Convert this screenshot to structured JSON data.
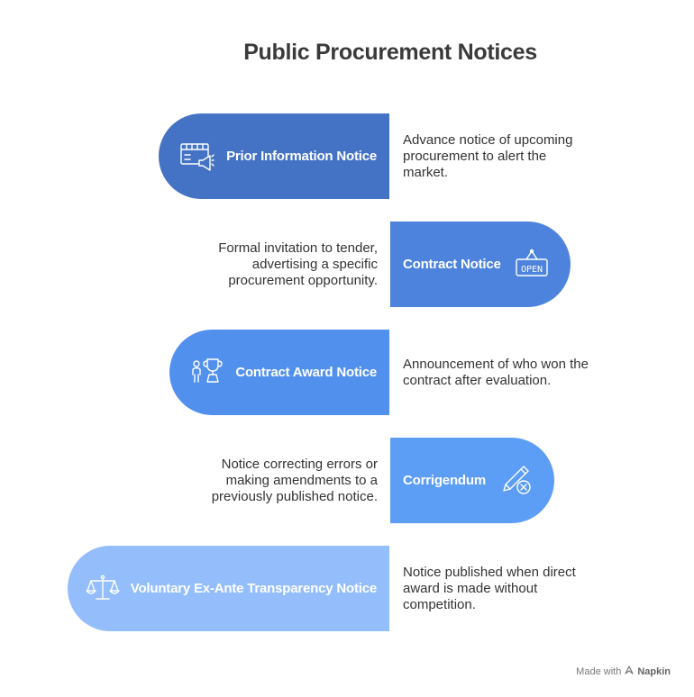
{
  "title": "Public Procurement Notices",
  "colors": {
    "prior": "#4472c4",
    "contract": "#4d83dc",
    "award": "#5290ee",
    "corrigendum": "#5c9df6",
    "veat": "#93bdfb"
  },
  "items": [
    {
      "label": "Prior Information Notice",
      "icon": "calendar-megaphone-icon",
      "description": [
        "Advance notice of upcoming",
        "procurement to alert the",
        "market."
      ]
    },
    {
      "label": "Contract Notice",
      "icon": "open-sign-icon",
      "description": [
        "Formal invitation to tender,",
        "advertising a specific",
        "procurement opportunity."
      ]
    },
    {
      "label": "Contract Award Notice",
      "icon": "trophy-person-icon",
      "description": [
        "Announcement of who won the",
        "contract after evaluation."
      ]
    },
    {
      "label": "Corrigendum",
      "icon": "pencil-cancel-icon",
      "description": [
        "Notice correcting errors or",
        "making amendments to a",
        "previously published notice."
      ]
    },
    {
      "label": "Voluntary Ex-Ante Transparency Notice",
      "icon": "scales-icon",
      "description": [
        "Notice published when direct",
        "award is made without",
        "competition."
      ]
    }
  ],
  "footer": {
    "made_with": "Made with",
    "brand": "Napkin"
  }
}
